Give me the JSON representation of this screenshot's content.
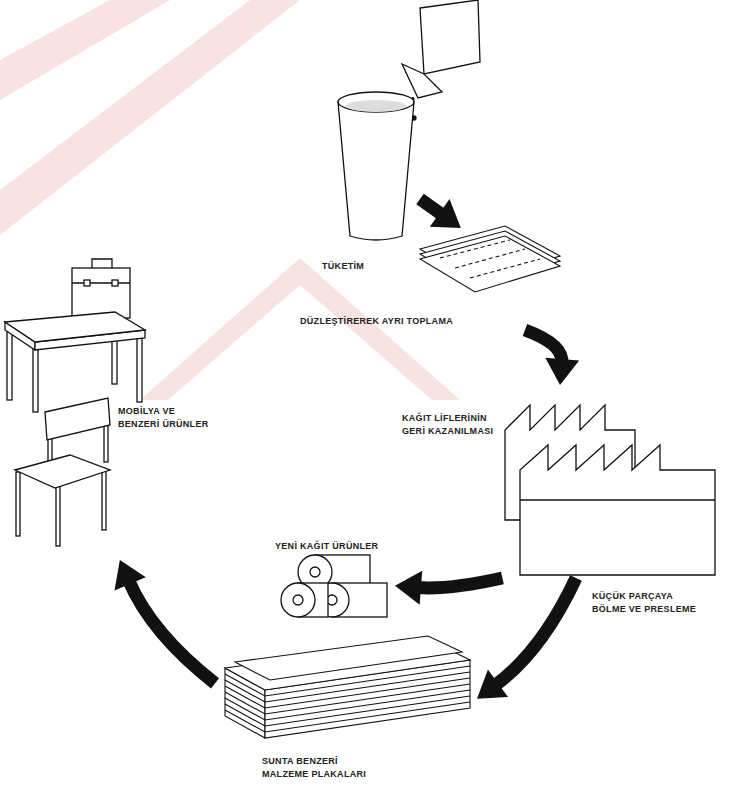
{
  "diagram": {
    "nodes": [
      {
        "text": [
          "TÜKETİM"
        ]
      },
      {
        "text": [
          "DÜZLEŞTİREREK AYRI TOPLAMA"
        ]
      },
      {
        "text": [
          "KAĞIT LİFLERİNİN GERİ KAZANILMASI"
        ]
      },
      {
        "text": [
          "YENİ KAĞIT ÜRÜNLER"
        ]
      },
      {
        "text": [
          "SUNTA BENZERİ MALZEME PLAKALARI"
        ]
      },
      {
        "text": [
          "MOBİLYA VE BENZERİ ÜRÜNLER"
        ]
      }
    ],
    "edges": [
      {
        "from": 0,
        "to": 1,
        "arrow": "to"
      },
      {
        "from": 1,
        "to": 2,
        "arrow": "to"
      },
      {
        "from": 2,
        "to": 3,
        "arrow": "to"
      },
      {
        "from": 2,
        "to": 4,
        "label": "KÜÇÜK PARÇAYA BÖLME VE PRESLEME",
        "arrow": "to"
      },
      {
        "from": 4,
        "to": 5,
        "arrow": "to"
      }
    ]
  }
}
